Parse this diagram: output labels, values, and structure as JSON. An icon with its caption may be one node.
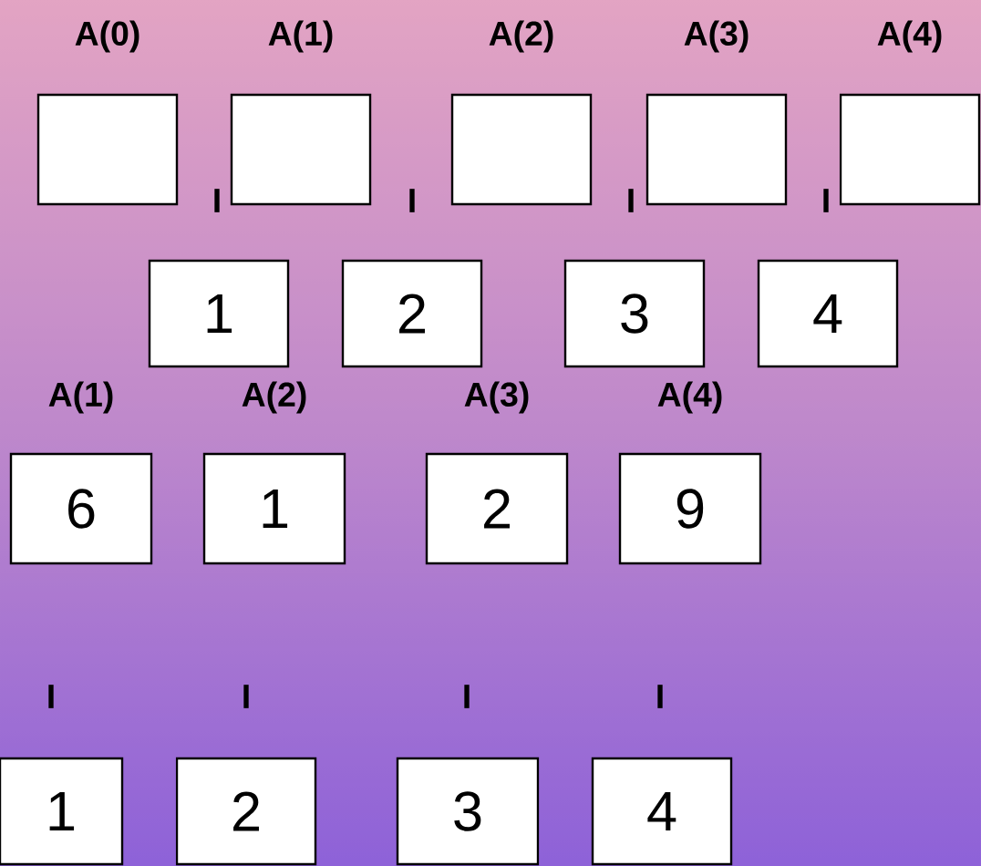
{
  "diagram": {
    "nodes": [
      {
        "text": [
          "A(0)"
        ]
      },
      {
        "text": [
          "A(1)"
        ]
      },
      {
        "text": [
          "A(2)"
        ]
      },
      {
        "text": [
          "A(3)"
        ]
      },
      {
        "text": [
          "A(4)"
        ]
      },
      {
        "text": [
          "1"
        ]
      },
      {
        "text": [
          "2"
        ]
      },
      {
        "text": [
          "3"
        ]
      },
      {
        "text": [
          "4"
        ]
      },
      {
        "text": [
          "A(1)",
          "6"
        ]
      },
      {
        "text": [
          "A(2)",
          "1"
        ]
      },
      {
        "text": [
          "A(3)",
          "2"
        ]
      },
      {
        "text": [
          "A(4)",
          "9"
        ]
      },
      {
        "text": [
          "1"
        ]
      },
      {
        "text": [
          "2"
        ]
      },
      {
        "text": [
          "3"
        ]
      },
      {
        "text": [
          "4"
        ]
      }
    ],
    "labels": [
      "I",
      "I",
      "I",
      "I",
      "I",
      "I",
      "I",
      "I"
    ]
  }
}
